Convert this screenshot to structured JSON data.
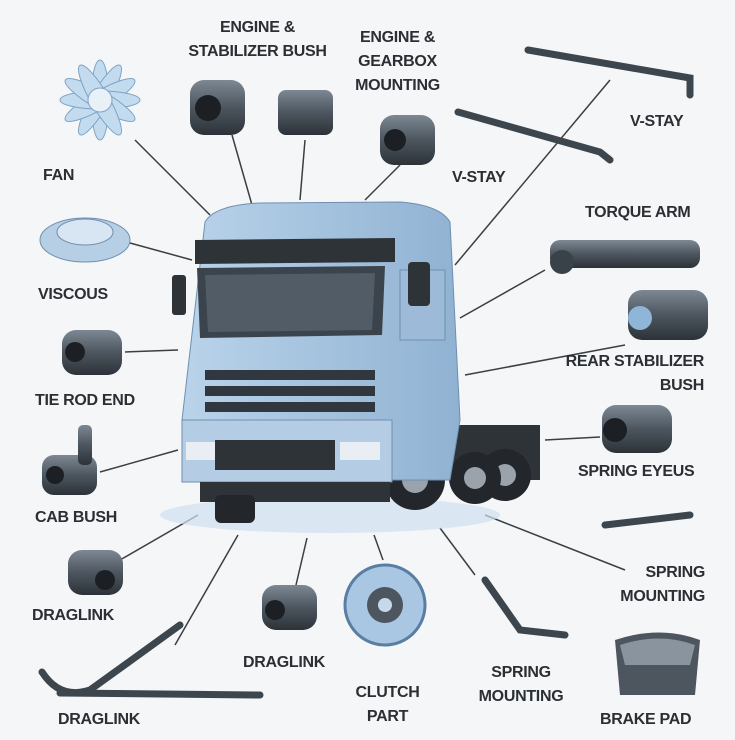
{
  "title": "Truck spare parts diagram",
  "labels": {
    "engine_stabilizer_bush": [
      "ENGINE &",
      "STABILIZER BUSH"
    ],
    "engine_gearbox_mounting": [
      "ENGINE &",
      "GEARBOX",
      "MOUNTING"
    ],
    "v_stay_top": "V-STAY",
    "v_stay_mid": "V-STAY",
    "fan": "FAN",
    "viscous": "VISCOUS",
    "torque_arm": "TORQUE ARM",
    "tie_rod_end": "TIE ROD END",
    "rear_stabilizer_bush": [
      "REAR STABILIZER",
      "BUSH"
    ],
    "spring_eyeus": "SPRING EYEUS",
    "cab_bush": "CAB BUSH",
    "spring_mounting_right": [
      "SPRING",
      "MOUNTING"
    ],
    "draglink_left": "DRAGLINK",
    "draglink_center": "DRAGLINK",
    "draglink_bottom": "DRAGLINK",
    "clutch_part": [
      "CLUTCH",
      "PART"
    ],
    "spring_mounting_bottom": [
      "SPRING",
      "MOUNTING"
    ],
    "brake_pad": "BRAKE PAD"
  },
  "colors": {
    "truck": "#a9c7e2",
    "part_metal": "#4d565f",
    "label": "#2b2f33"
  }
}
